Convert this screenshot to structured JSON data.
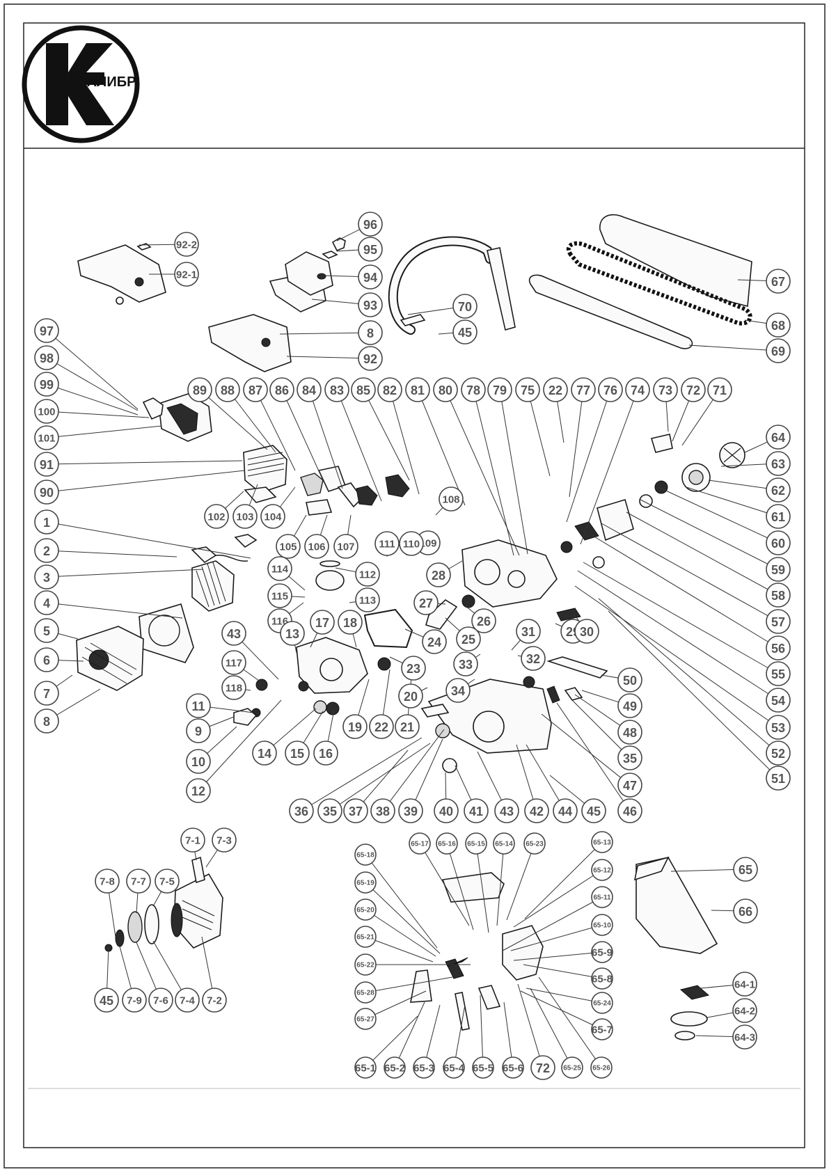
{
  "logo": {
    "text": "АЛИБР"
  },
  "callouts": [
    {
      "label": "92-2"
    },
    {
      "label": "92-1"
    },
    {
      "label": "96"
    },
    {
      "label": "95"
    },
    {
      "label": "94"
    },
    {
      "label": "93"
    },
    {
      "label": "8"
    },
    {
      "label": "92"
    },
    {
      "label": "70"
    },
    {
      "label": "45"
    },
    {
      "label": "67"
    },
    {
      "label": "68"
    },
    {
      "label": "69"
    },
    {
      "label": "97"
    },
    {
      "label": "98"
    },
    {
      "label": "99"
    },
    {
      "label": "100"
    },
    {
      "label": "101"
    },
    {
      "label": "91"
    },
    {
      "label": "90"
    },
    {
      "label": "89"
    },
    {
      "label": "88"
    },
    {
      "label": "87"
    },
    {
      "label": "86"
    },
    {
      "label": "84"
    },
    {
      "label": "83"
    },
    {
      "label": "85"
    },
    {
      "label": "82"
    },
    {
      "label": "81"
    },
    {
      "label": "80"
    },
    {
      "label": "78"
    },
    {
      "label": "79"
    },
    {
      "label": "75"
    },
    {
      "label": "22"
    },
    {
      "label": "77"
    },
    {
      "label": "76"
    },
    {
      "label": "74"
    },
    {
      "label": "73"
    },
    {
      "label": "72"
    },
    {
      "label": "71"
    },
    {
      "label": "64"
    },
    {
      "label": "63"
    },
    {
      "label": "62"
    },
    {
      "label": "61"
    },
    {
      "label": "60"
    },
    {
      "label": "59"
    },
    {
      "label": "58"
    },
    {
      "label": "57"
    },
    {
      "label": "56"
    },
    {
      "label": "55"
    },
    {
      "label": "54"
    },
    {
      "label": "53"
    },
    {
      "label": "52"
    },
    {
      "label": "51"
    },
    {
      "label": "102"
    },
    {
      "label": "103"
    },
    {
      "label": "104"
    },
    {
      "label": "105"
    },
    {
      "label": "106"
    },
    {
      "label": "107"
    },
    {
      "label": "108"
    },
    {
      "label": "109"
    },
    {
      "label": "110"
    },
    {
      "label": "111"
    },
    {
      "label": "112"
    },
    {
      "label": "113"
    },
    {
      "label": "114"
    },
    {
      "label": "115"
    },
    {
      "label": "116"
    },
    {
      "label": "1"
    },
    {
      "label": "2"
    },
    {
      "label": "3"
    },
    {
      "label": "4"
    },
    {
      "label": "5"
    },
    {
      "label": "6"
    },
    {
      "label": "7"
    },
    {
      "label": "8"
    },
    {
      "label": "28"
    },
    {
      "label": "27"
    },
    {
      "label": "26"
    },
    {
      "label": "25"
    },
    {
      "label": "24"
    },
    {
      "label": "23"
    },
    {
      "label": "17"
    },
    {
      "label": "18"
    },
    {
      "label": "13"
    },
    {
      "label": "43"
    },
    {
      "label": "117"
    },
    {
      "label": "118"
    },
    {
      "label": "11"
    },
    {
      "label": "9"
    },
    {
      "label": "10"
    },
    {
      "label": "12"
    },
    {
      "label": "14"
    },
    {
      "label": "15"
    },
    {
      "label": "16"
    },
    {
      "label": "19"
    },
    {
      "label": "22"
    },
    {
      "label": "21"
    },
    {
      "label": "20"
    },
    {
      "label": "33"
    },
    {
      "label": "34"
    },
    {
      "label": "31"
    },
    {
      "label": "32"
    },
    {
      "label": "29"
    },
    {
      "label": "30"
    },
    {
      "label": "50"
    },
    {
      "label": "49"
    },
    {
      "label": "48"
    },
    {
      "label": "35"
    },
    {
      "label": "47"
    },
    {
      "label": "46"
    },
    {
      "label": "36"
    },
    {
      "label": "35"
    },
    {
      "label": "37"
    },
    {
      "label": "38"
    },
    {
      "label": "39"
    },
    {
      "label": "40"
    },
    {
      "label": "41"
    },
    {
      "label": "43"
    },
    {
      "label": "42"
    },
    {
      "label": "44"
    },
    {
      "label": "45"
    },
    {
      "label": "7-1"
    },
    {
      "label": "7-3"
    },
    {
      "label": "7-8"
    },
    {
      "label": "7-7"
    },
    {
      "label": "7-5"
    },
    {
      "label": "45"
    },
    {
      "label": "7-9"
    },
    {
      "label": "7-6"
    },
    {
      "label": "7-4"
    },
    {
      "label": "7-2"
    },
    {
      "label": "65-18"
    },
    {
      "label": "65-19"
    },
    {
      "label": "65-20"
    },
    {
      "label": "65-21"
    },
    {
      "label": "65-22"
    },
    {
      "label": "65-28"
    },
    {
      "label": "65-27"
    },
    {
      "label": "65-17"
    },
    {
      "label": "65-16"
    },
    {
      "label": "65-15"
    },
    {
      "label": "65-14"
    },
    {
      "label": "65-23"
    },
    {
      "label": "65-13"
    },
    {
      "label": "65-12"
    },
    {
      "label": "65-11"
    },
    {
      "label": "65-10"
    },
    {
      "label": "65-9"
    },
    {
      "label": "65-8"
    },
    {
      "label": "65-24"
    },
    {
      "label": "65-7"
    },
    {
      "label": "65-1"
    },
    {
      "label": "65-2"
    },
    {
      "label": "65-3"
    },
    {
      "label": "65-4"
    },
    {
      "label": "65-5"
    },
    {
      "label": "65-6"
    },
    {
      "label": "72"
    },
    {
      "label": "65-25"
    },
    {
      "label": "65-26"
    },
    {
      "label": "65"
    },
    {
      "label": "66"
    },
    {
      "label": "64-1"
    },
    {
      "label": "64-2"
    },
    {
      "label": "64-3"
    }
  ]
}
